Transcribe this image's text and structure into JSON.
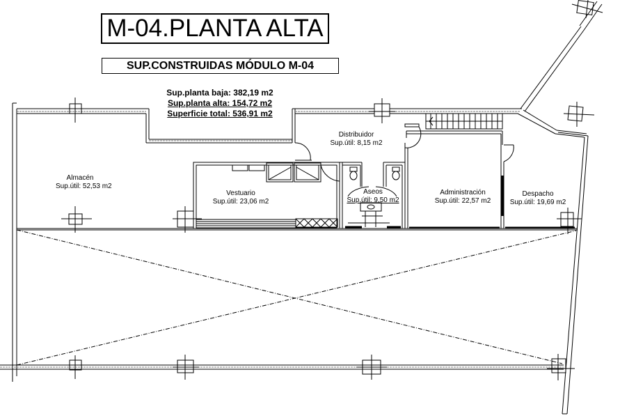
{
  "drawing": {
    "title": "M-04.PLANTA ALTA",
    "subtitle": "SUP.CONSTRUIDAS MÓDULO  M-04",
    "summary": {
      "planta_baja": "Sup.planta baja: 382,19 m2",
      "planta_alta": "Sup.planta alta: 154,72 m2",
      "total": "Superficie total: 536,91 m2"
    },
    "rooms": [
      {
        "name": "Almacén",
        "area": "Sup.útil: 52,53 m2"
      },
      {
        "name": "Vestuario",
        "area": "Sup.útil: 23,06 m2"
      },
      {
        "name": "Distribuidor",
        "area": "Sup.útil: 8,15 m2"
      },
      {
        "name": "Aseos",
        "area": "Sup.útil: 9,50 m2"
      },
      {
        "name": "Administración",
        "area": "Sup.útil: 22,57 m2"
      },
      {
        "name": "Despacho",
        "area": "Sup.útil: 19,69 m2"
      }
    ],
    "colors": {
      "line": "#000000",
      "wall_fill": "#ffffff",
      "background": "#ffffff"
    }
  }
}
